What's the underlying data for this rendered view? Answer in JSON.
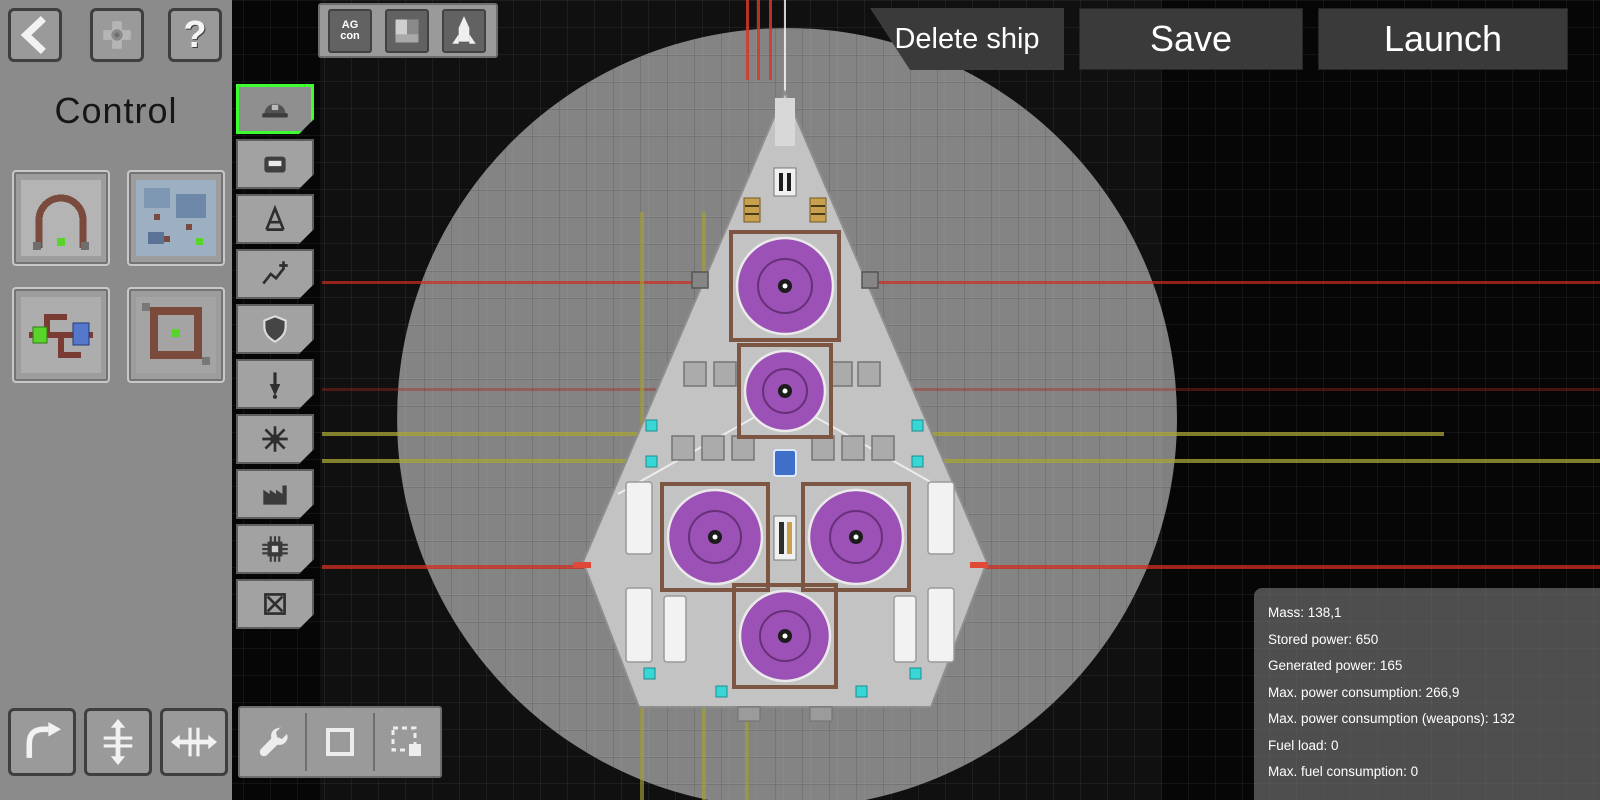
{
  "topbar": {
    "delete_ship_label": "Delete ship",
    "save_label": "Save",
    "launch_label": "Launch",
    "help_label": "?",
    "ag_button_line1": "AG",
    "ag_button_line2": "con"
  },
  "left_panel": {
    "title": "Control",
    "parts": [
      "arch-hull-part",
      "gyro-part",
      "circuit-part",
      "reactor-part"
    ]
  },
  "category_toolbar": {
    "selected_index": 0,
    "items": [
      "control",
      "cockpit",
      "truss",
      "conduit",
      "shield",
      "injector",
      "engine",
      "factory",
      "electronics",
      "remove"
    ]
  },
  "stats_panel": {
    "lines": [
      "Mass: 138,1",
      "Stored power: 650",
      "Generated power: 165",
      "Max. power consumption: 266,9",
      "Max. power consumption (weapons): 132",
      "Fuel load: 0",
      "Max. fuel consumption: 0"
    ]
  },
  "colors": {
    "selected_tab_green": "#3dff2f",
    "reactor_purple": "#9c51b6",
    "firing_arc_red": "#cd2d1e",
    "firing_arc_yellow": "#a8a437"
  }
}
